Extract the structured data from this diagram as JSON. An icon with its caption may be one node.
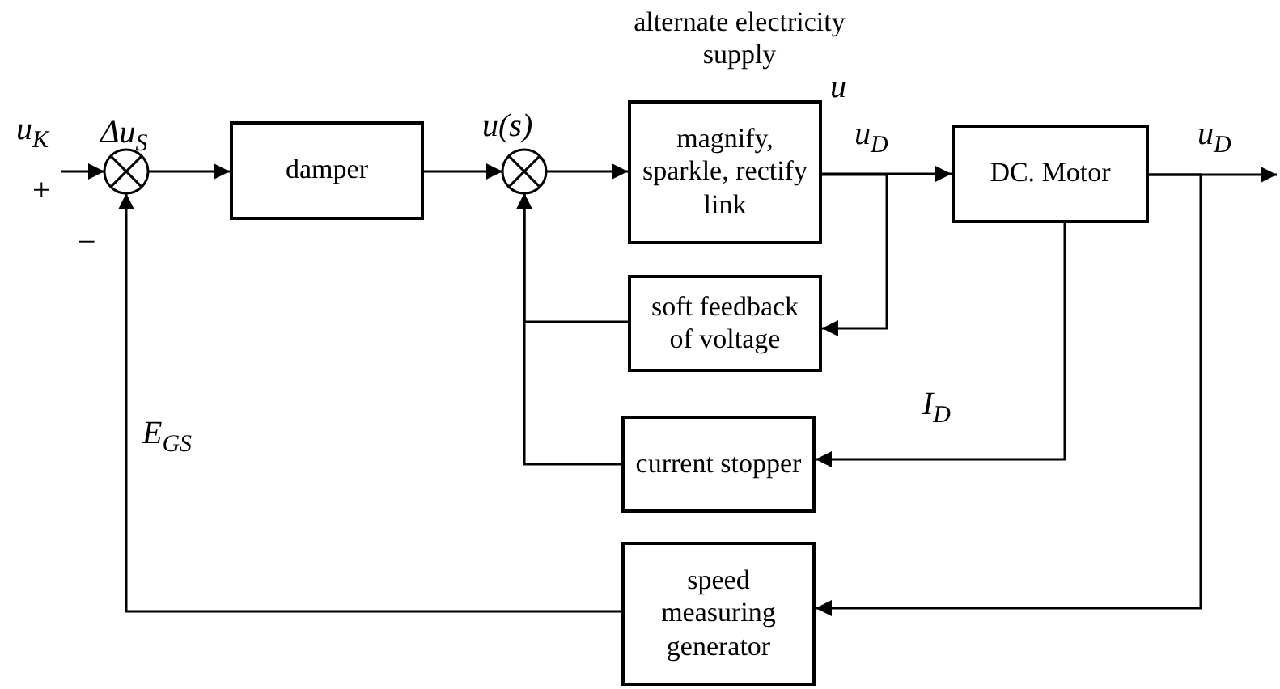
{
  "diagram": {
    "nodes": [
      {
        "text": [],
        "shape": "circle"
      },
      {
        "text": [
          "damper"
        ]
      },
      {
        "text": [],
        "shape": "circle"
      },
      {
        "text": [
          "magnify, sparkle, rectify link"
        ],
        "beside": [
          "alternate electricity supply"
        ]
      },
      {
        "text": [
          "DC. Motor"
        ]
      },
      {
        "text": [
          "soft feedback of voltage"
        ]
      },
      {
        "text": [
          "current stopper"
        ]
      },
      {
        "text": [
          "speed measuring generator"
        ]
      }
    ],
    "edges": [
      {
        "from": null,
        "to": 0,
        "arrow": "to"
      },
      {
        "from": 0,
        "to": 1,
        "arrow": "to"
      },
      {
        "from": 1,
        "to": 2,
        "arrow": "to"
      },
      {
        "from": 2,
        "to": 3,
        "arrow": "to"
      },
      {
        "from": 3,
        "to": 4,
        "arrow": "to"
      },
      {
        "from": 4,
        "to": null,
        "arrow": "to"
      },
      {
        "from": 3,
        "to": 5,
        "arrow": "to"
      },
      {
        "from": 5,
        "to": 2,
        "arrow": "to"
      },
      {
        "from": 4,
        "to": 6,
        "arrow": "to"
      },
      {
        "from": 6,
        "to": 2,
        "arrow": "to"
      },
      {
        "from": 4,
        "to": 7,
        "arrow": "to"
      },
      {
        "from": 7,
        "to": 0,
        "arrow": "to"
      }
    ],
    "labels": [
      "u$_{K}$",
      "+",
      "Δu$_{S}$",
      "−",
      "E$_{GS}$",
      "u(s)",
      "u",
      "u$_{D}$",
      "u$_{D}$",
      "I$_{D}$"
    ]
  }
}
